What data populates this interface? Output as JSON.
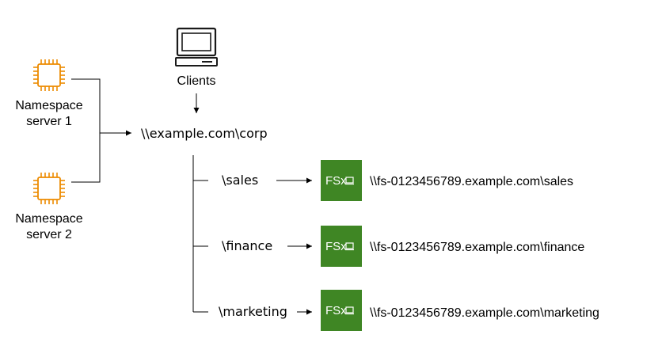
{
  "clients": {
    "label": "Clients",
    "icon": "desktop-computer-icon"
  },
  "namespace_servers": [
    {
      "label_line1": "Namespace",
      "label_line2": "server 1",
      "icon": "ec2-instance-chip-icon"
    },
    {
      "label_line1": "Namespace",
      "label_line2": "server 2",
      "icon": "ec2-instance-chip-icon"
    }
  ],
  "namespace_root": "\\\\example.com\\corp",
  "folders": [
    {
      "name": "\\sales",
      "target": "\\\\fs-0123456789.example.com\\sales"
    },
    {
      "name": "\\finance",
      "target": "\\\\fs-0123456789.example.com\\finance"
    },
    {
      "name": "\\marketing",
      "target": "\\\\fs-0123456789.example.com\\marketing"
    }
  ],
  "fsx_badge": {
    "text": "FSx",
    "icon": "amazon-fsx-icon"
  },
  "colors": {
    "chip_orange": "#ED8B00",
    "fsx_green": "#3F8624",
    "line": "#000000"
  }
}
